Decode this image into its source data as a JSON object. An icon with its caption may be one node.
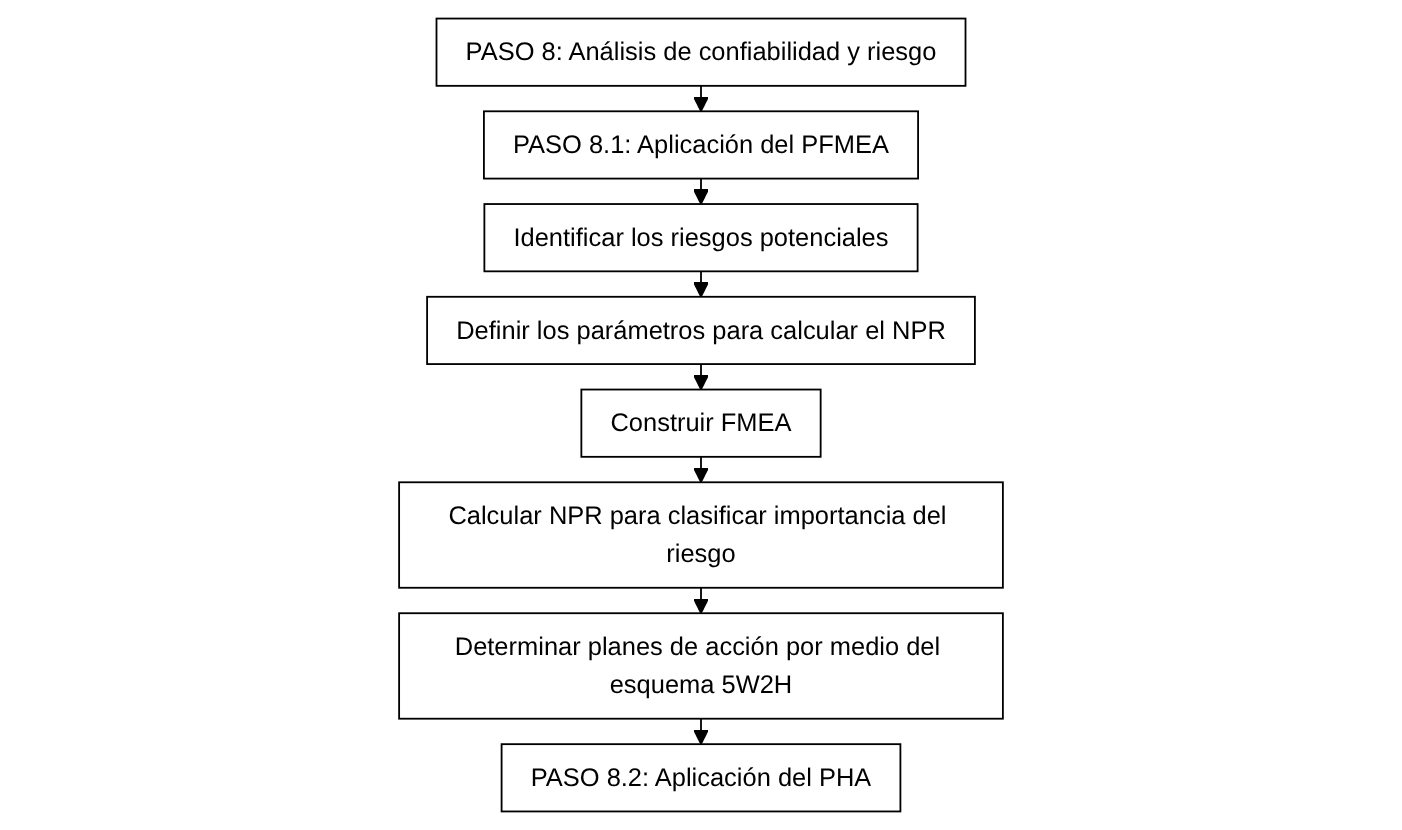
{
  "diagram": {
    "nodes": [
      {
        "text": [
          "PASO 8: Análisis de confiabilidad y riesgo"
        ]
      },
      {
        "text": [
          "PASO 8.1: Aplicación del PFMEA"
        ]
      },
      {
        "text": [
          "Identificar los riesgos potenciales"
        ]
      },
      {
        "text": [
          "Definir los parámetros para calcular el NPR"
        ]
      },
      {
        "text": [
          "Construir FMEA"
        ]
      },
      {
        "text": [
          "Calcular NPR para clasificar importancia del riesgo"
        ]
      },
      {
        "text": [
          "Determinar planes de acción por medio del esquema 5W2H"
        ]
      },
      {
        "text": [
          "PASO 8.2: Aplicación del PHA"
        ]
      }
    ],
    "edges": [
      {
        "from": 0,
        "to": 1,
        "arrow": "to"
      },
      {
        "from": 1,
        "to": 2,
        "arrow": "to"
      },
      {
        "from": 2,
        "to": 3,
        "arrow": "to"
      },
      {
        "from": 3,
        "to": 4,
        "arrow": "to"
      },
      {
        "from": 4,
        "to": 5,
        "arrow": "to"
      },
      {
        "from": 5,
        "to": 6,
        "arrow": "to"
      },
      {
        "from": 6,
        "to": 7,
        "arrow": "to"
      }
    ]
  }
}
